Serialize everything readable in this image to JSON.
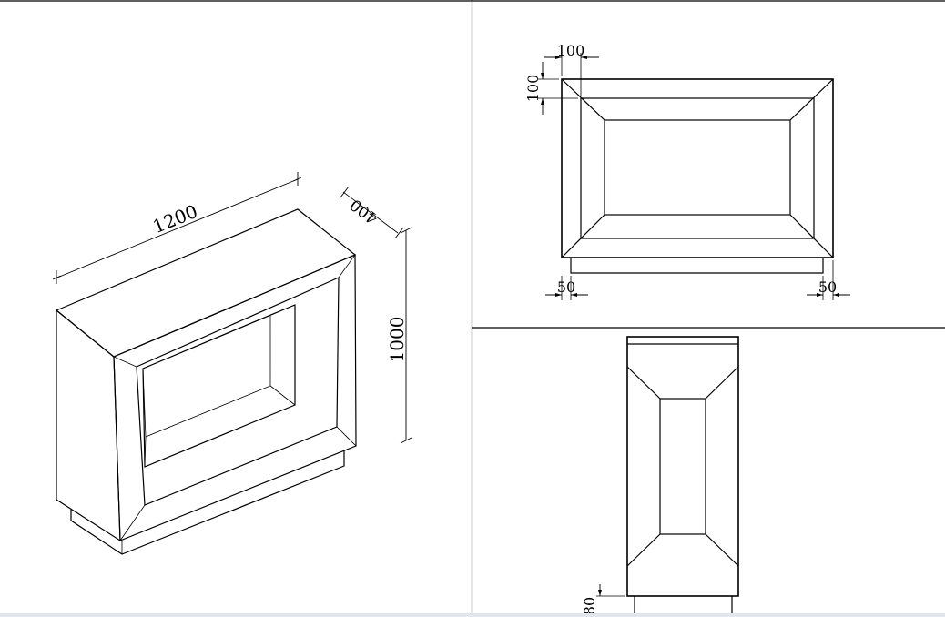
{
  "dimensions": {
    "iso_width": "1200",
    "iso_depth": "400",
    "iso_height": "1000",
    "front_frame_horizontal": "100",
    "front_frame_vertical": "100",
    "front_plinth_left": "50",
    "front_plinth_right": "50",
    "side_plinth_height": "80"
  },
  "colors": {
    "line": "#000000",
    "background": "#ffffff",
    "frame_border": "#000000"
  }
}
